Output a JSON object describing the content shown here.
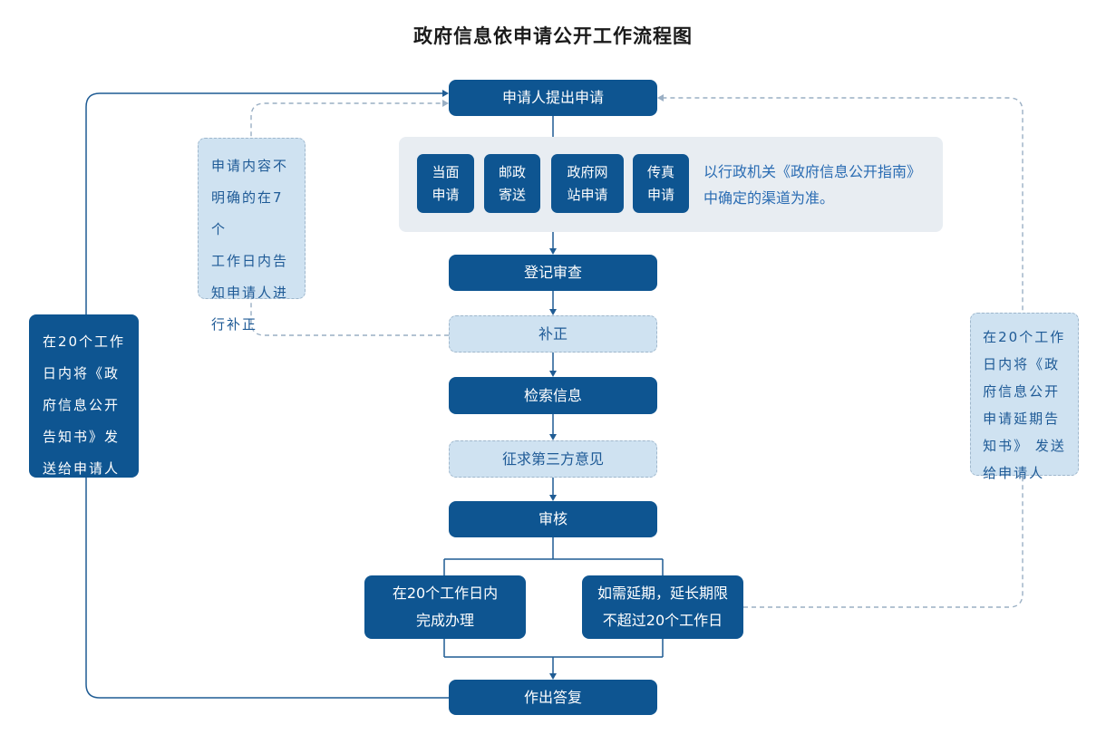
{
  "title": "政府信息依申请公开工作流程图",
  "colors": {
    "dark_box_fill": "#0E5591",
    "light_box_fill": "#CFE2F1",
    "light_box_border": "#9FB7CC",
    "panel_fill": "#E8EDF2",
    "blue_text": "#2A6CB3",
    "solid_line": "#1F5C94",
    "dashed_line": "#9AAFC4"
  },
  "nodes": {
    "apply": "申请人提出申请",
    "channels": [
      "当面\n申请",
      "邮政\n寄送",
      "政府网\n站申请",
      "传真\n申请"
    ],
    "channel_note": "以行政机关《政府信息公开指南》\n中确定的渠道为准。",
    "register": "登记审查",
    "supplement": "补正",
    "search": "检索信息",
    "third_party": "征求第三方意见",
    "review": "审核",
    "complete": "在20个工作日内\n完成办理",
    "extend": "如需延期，延长期限\n不超过20个工作日",
    "reply": "作出答复",
    "left_notice": "在20个工作\n日内将《政\n府信息公开\n告知书》发\n送给申请人",
    "left_hint": "申请内容不\n明确的在7个\n工作日内告\n知申请人进\n行补正",
    "right_notice": "在20个工作\n日内将《政\n府信息公开\n申请延期告\n知书》 发送\n给申请人"
  }
}
